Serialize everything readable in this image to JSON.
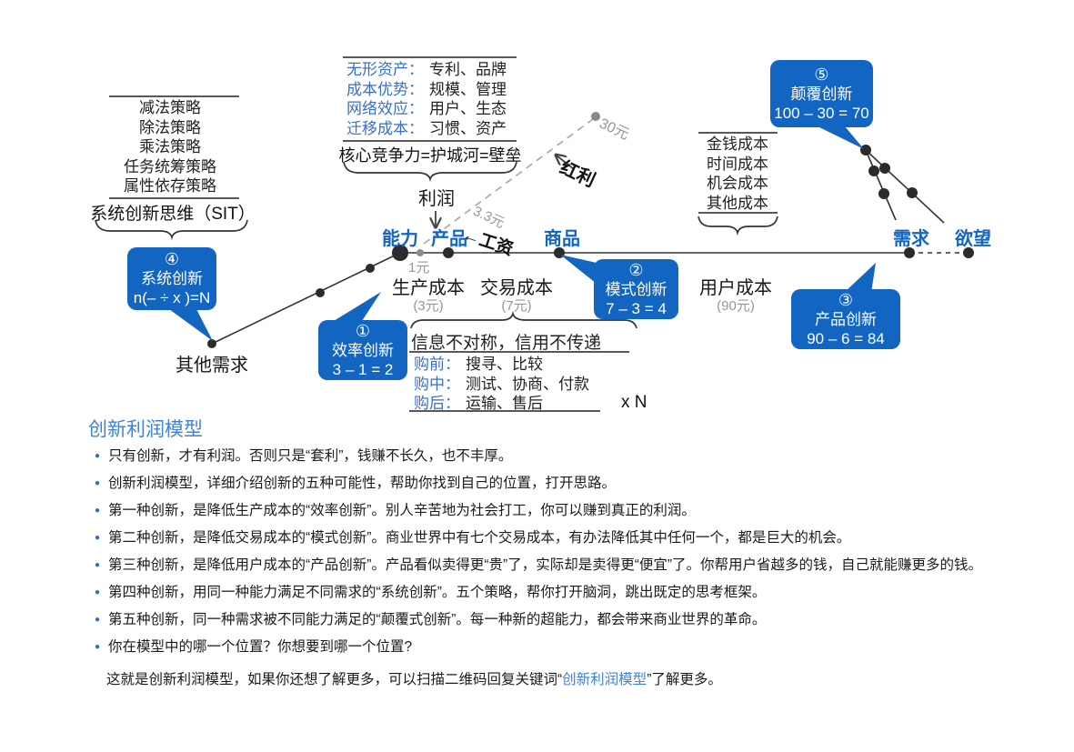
{
  "colors": {
    "callout_blue": "#1266c2",
    "hand_blue": "#3a6fc8",
    "title_blue": "#3e82d9",
    "gray": "#979797",
    "ink": "#222222"
  },
  "diagram": {
    "sit": {
      "items": [
        "减法策略",
        "除法策略",
        "乘法策略",
        "任务统筹策略",
        "属性依存策略"
      ],
      "label": "系统创新思维（SIT）"
    },
    "moat": {
      "rows": [
        {
          "k": "无形资产：",
          "v": "专利、品牌"
        },
        {
          "k": "成本优势：",
          "v": "规模、管理"
        },
        {
          "k": "网络效应：",
          "v": "用户、生态"
        },
        {
          "k": "迁移成本：",
          "v": "习惯、资产"
        }
      ],
      "label": "核心竞争力=护城河=壁垒",
      "profit": "利润"
    },
    "axis": {
      "ability": "能力",
      "product": "产品",
      "wage": "←工资",
      "goods": "商品",
      "demand": "需求",
      "desire": "欲望",
      "other_demand": "其他需求",
      "one_yuan": "1元",
      "dividend": "红利",
      "dividend_peak": "30元",
      "wage_value": "3.3元"
    },
    "costs": {
      "production": {
        "label": "生产成本",
        "value": "(3元)"
      },
      "transaction": {
        "label": "交易成本",
        "value": "(7元)"
      },
      "user": {
        "label": "用户成本",
        "value": "(90元)"
      }
    },
    "user_cost_items": [
      "金钱成本",
      "时间成本",
      "机会成本",
      "其他成本"
    ],
    "transaction_detail": {
      "title": "信息不对称，信用不传递",
      "rows": [
        {
          "k": "购前：",
          "v": "搜寻、比较"
        },
        {
          "k": "购中：",
          "v": "测试、协商、付款"
        },
        {
          "k": "购后：",
          "v": "运输、售后"
        }
      ],
      "multiplier": "x N"
    },
    "callouts": [
      {
        "num": "①",
        "name": "效率创新",
        "formula": "3 – 1 = 2"
      },
      {
        "num": "②",
        "name": "模式创新",
        "formula": "7 – 3 = 4"
      },
      {
        "num": "③",
        "name": "产品创新",
        "formula": "90 – 6 = 84"
      },
      {
        "num": "④",
        "name": "系统创新",
        "formula": "n(– ÷ x )=N"
      },
      {
        "num": "⑤",
        "name": "颠覆创新",
        "formula": "100 – 30 = 70"
      }
    ]
  },
  "article": {
    "title": "创新利润模型",
    "bullet_glyph": "●",
    "bullets": [
      "只有创新，才有利润。否则只是“套利”，钱赚不长久，也不丰厚。",
      "创新利润模型，详细介绍创新的五种可能性，帮助你找到自己的位置，打开思路。",
      "第一种创新，是降低生产成本的“效率创新”。别人辛苦地为社会打工，你可以赚到真正的利润。",
      "第二种创新，是降低交易成本的“模式创新”。商业世界中有七个交易成本，有办法降低其中任何一个，都是巨大的机会。",
      "第三种创新，是降低用户成本的“产品创新”。产品看似卖得更“贵”了，实际却是卖得更“便宜”了。你帮用户省越多的钱，自己就能赚更多的钱。",
      "第四种创新，用同一种能力满足不同需求的“系统创新”。五个策略，帮你打开脑洞，跳出既定的思考框架。",
      "第五种创新，同一种需求被不同能力满足的“颠覆式创新”。每一种新的超能力，都会带来商业世界的革命。",
      "你在模型中的哪一个位置？你想要到哪一个位置?"
    ],
    "footer": {
      "pre": "这就是创新利润模型，如果你还想了解更多，可以扫描二维码回复关键词“",
      "link": "创新利润模型",
      "post": "”了解更多。"
    }
  }
}
